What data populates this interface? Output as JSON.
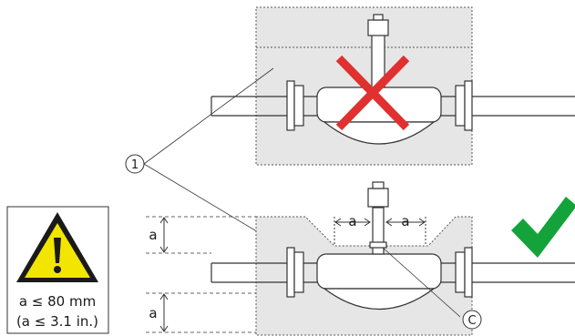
{
  "callouts": {
    "insulation": "1",
    "clamp": "C"
  },
  "dimension_label": "a",
  "warning": {
    "line1": "a ≤ 80 mm",
    "line2": "(a ≤ 3.1 in.)"
  },
  "icons": {
    "incorrect": "red-x-icon",
    "correct": "green-check-icon",
    "warning": "warning-triangle-icon"
  },
  "colors": {
    "insulation_fill": "#e6e6e6",
    "wrong": "#e03030",
    "right": "#13a33a",
    "warning": "#f2e600",
    "outline": "#333333"
  }
}
